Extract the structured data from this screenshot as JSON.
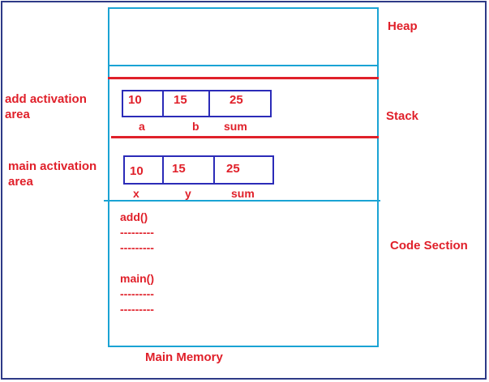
{
  "colors": {
    "text": "#e0202a",
    "memory_border": "#1aa3d4",
    "cell_border": "#2b2bb8",
    "frame_border": "#2e3a87"
  },
  "sections": {
    "heap": "Heap",
    "stack": "Stack",
    "code": "Code Section"
  },
  "caption": "Main Memory",
  "add_frame": {
    "label_line1": "add activation",
    "label_line2": "area",
    "cells": [
      {
        "value": "10",
        "name": "a"
      },
      {
        "value": "15",
        "name": "b"
      },
      {
        "value": "25",
        "name": "sum"
      }
    ]
  },
  "main_frame": {
    "label_line1": "main activation",
    "label_line2": "area",
    "cells": [
      {
        "value": "10",
        "name": "x"
      },
      {
        "value": "15",
        "name": "y"
      },
      {
        "value": "25",
        "name": "sum"
      }
    ]
  },
  "code": {
    "lines": [
      "add()",
      "---------",
      "---------",
      "main()",
      "---------",
      "---------"
    ]
  }
}
